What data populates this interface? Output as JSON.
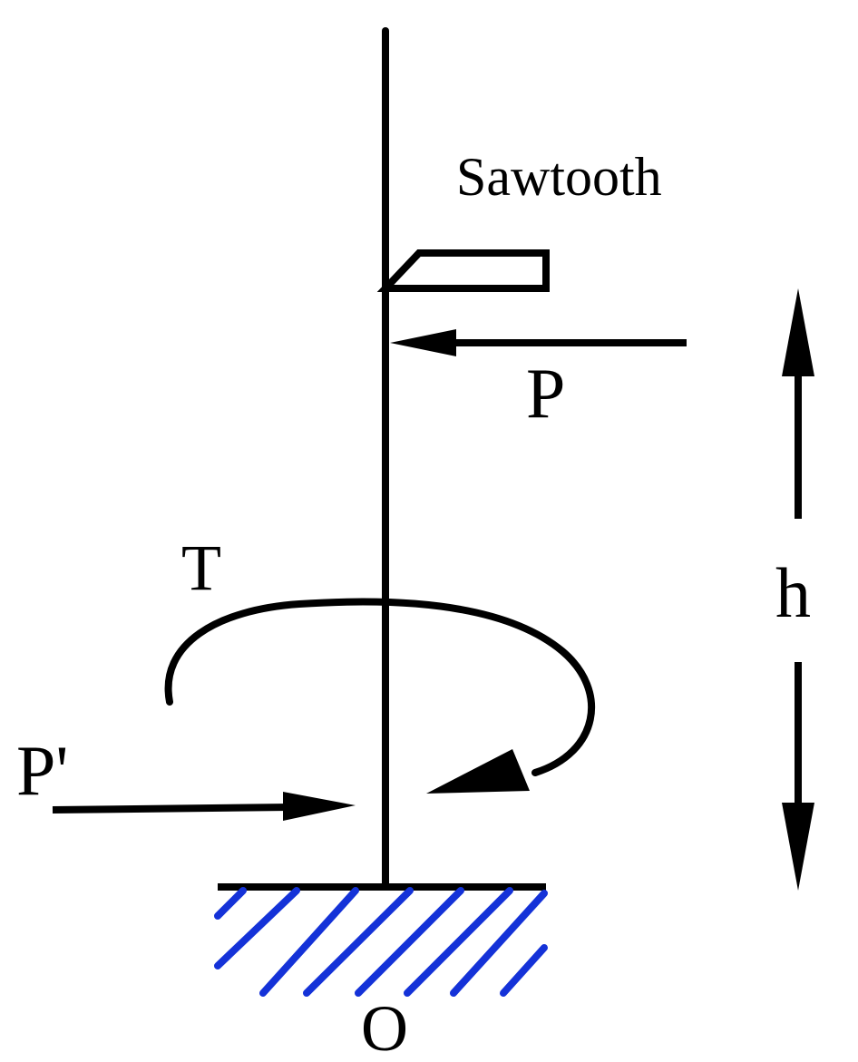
{
  "labels": {
    "sawtooth": "Sawtooth",
    "force_p": "P",
    "force_p_prime": "P'",
    "torque": "T",
    "height": "h",
    "origin": "O"
  },
  "colors": {
    "stroke": "#000000",
    "hatch": "#1432d8",
    "background": "#ffffff"
  }
}
